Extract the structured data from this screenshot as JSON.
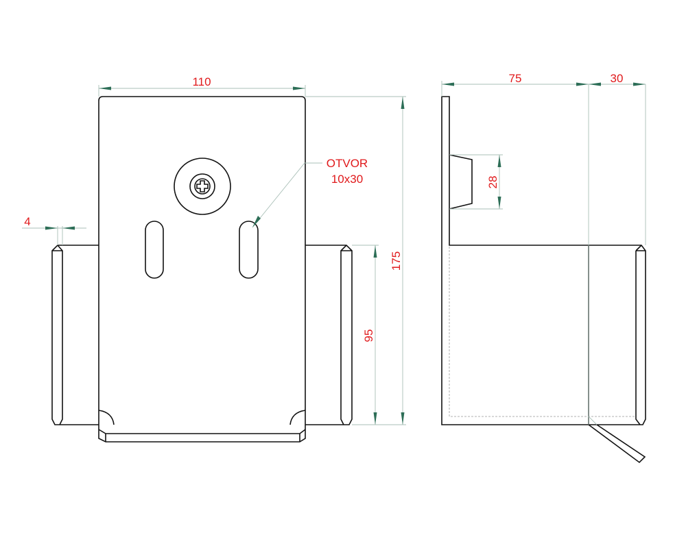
{
  "drawing": {
    "front_view": {
      "width_dim": "110",
      "height_dim": "175",
      "wing_height_dim": "95",
      "thickness_dim": "4",
      "callout_title": "OTVOR",
      "callout_size": "10x30"
    },
    "side_view": {
      "depth_dim": "75",
      "wing_dim": "30",
      "boss_dim": "28"
    },
    "colors": {
      "dimension_text": "#e0191b",
      "dimension_arrow": "#2d6e57",
      "outline": "#111111"
    }
  }
}
